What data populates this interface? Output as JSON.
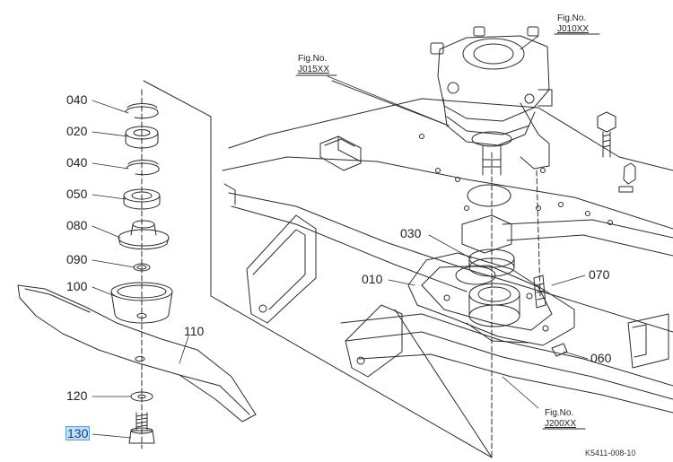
{
  "diagram": {
    "part_labels": [
      {
        "name": "part-label-040-top",
        "text": "040",
        "selected": false
      },
      {
        "name": "part-label-020",
        "text": "020",
        "selected": false
      },
      {
        "name": "part-label-040-mid",
        "text": "040",
        "selected": false
      },
      {
        "name": "part-label-050",
        "text": "050",
        "selected": false
      },
      {
        "name": "part-label-080",
        "text": "080",
        "selected": false
      },
      {
        "name": "part-label-090",
        "text": "090",
        "selected": false
      },
      {
        "name": "part-label-100",
        "text": "100",
        "selected": false
      },
      {
        "name": "part-label-110",
        "text": "110",
        "selected": false
      },
      {
        "name": "part-label-120",
        "text": "120",
        "selected": false
      },
      {
        "name": "part-label-130",
        "text": "130",
        "selected": true
      },
      {
        "name": "part-label-030",
        "text": "030",
        "selected": false
      },
      {
        "name": "part-label-010",
        "text": "010",
        "selected": false
      },
      {
        "name": "part-label-070",
        "text": "070",
        "selected": false
      },
      {
        "name": "part-label-060",
        "text": "060",
        "selected": false
      }
    ],
    "figure_refs": [
      {
        "name": "fig-ref-j010xx",
        "label": "Fig.No.",
        "id": "J010XX"
      },
      {
        "name": "fig-ref-j015xx",
        "label": "Fig.No.",
        "id": "J015XX"
      },
      {
        "name": "fig-ref-j200xx",
        "label": "Fig.No.",
        "id": "J200XX"
      }
    ],
    "drawing_code": "K5411-008-10",
    "colors": {
      "line": "#2b2b2b",
      "selection": "#bfe0ff",
      "selection_border": "#5aa0e6"
    }
  }
}
